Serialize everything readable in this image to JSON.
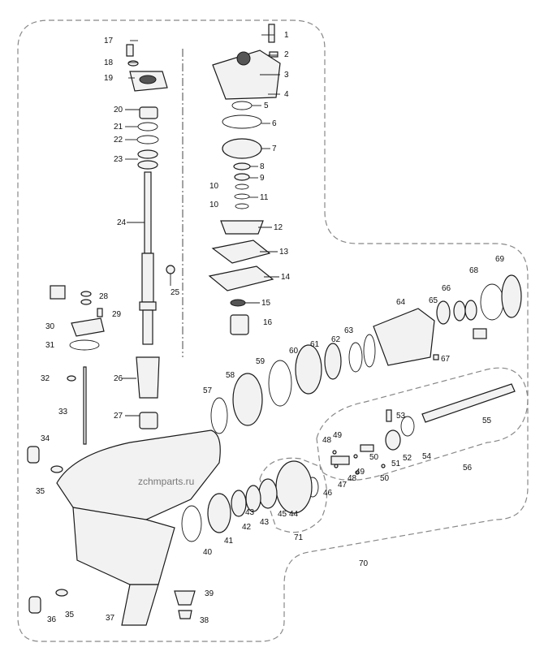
{
  "watermark": "zchmparts.ru",
  "labels": [
    "1",
    "2",
    "3",
    "4",
    "5",
    "6",
    "7",
    "8",
    "9",
    "10",
    "11",
    "10",
    "12",
    "13",
    "14",
    "15",
    "16",
    "17",
    "18",
    "19",
    "20",
    "21",
    "22",
    "23",
    "24",
    "25",
    "26",
    "27",
    "28",
    "29",
    "30",
    "31",
    "32",
    "33",
    "34",
    "35",
    "36",
    "35",
    "37",
    "38",
    "39",
    "40",
    "41",
    "42",
    "43",
    "43",
    "44",
    "45",
    "46",
    "47",
    "48",
    "48",
    "49",
    "49",
    "50",
    "50",
    "51",
    "52",
    "53",
    "54",
    "55",
    "56",
    "57",
    "58",
    "59",
    "60",
    "61",
    "62",
    "63",
    "64",
    "65",
    "66",
    "67",
    "68",
    "69",
    "70",
    "71"
  ]
}
